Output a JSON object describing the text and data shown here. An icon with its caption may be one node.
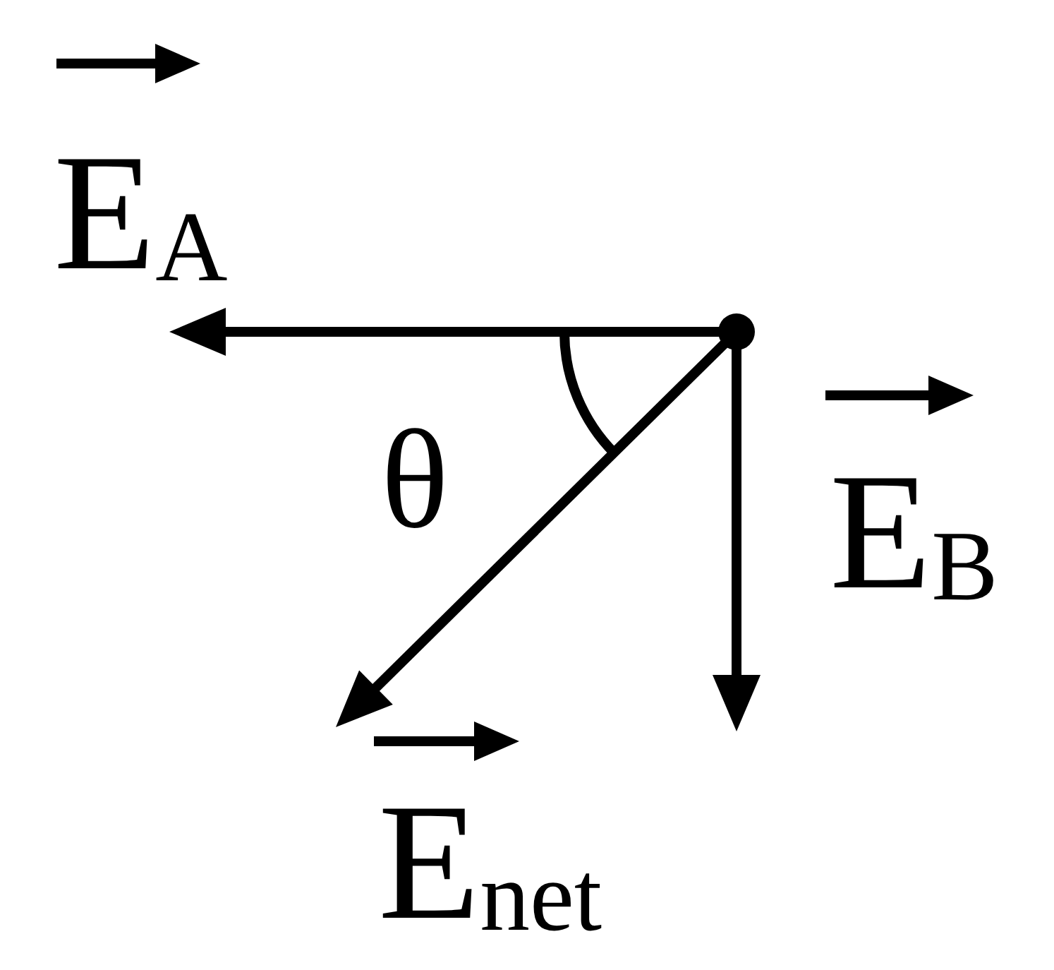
{
  "diagram": {
    "labels": [
      "E$_{A}$",
      "θ",
      "E$_{B}$",
      "E$_{net}$"
    ]
  }
}
